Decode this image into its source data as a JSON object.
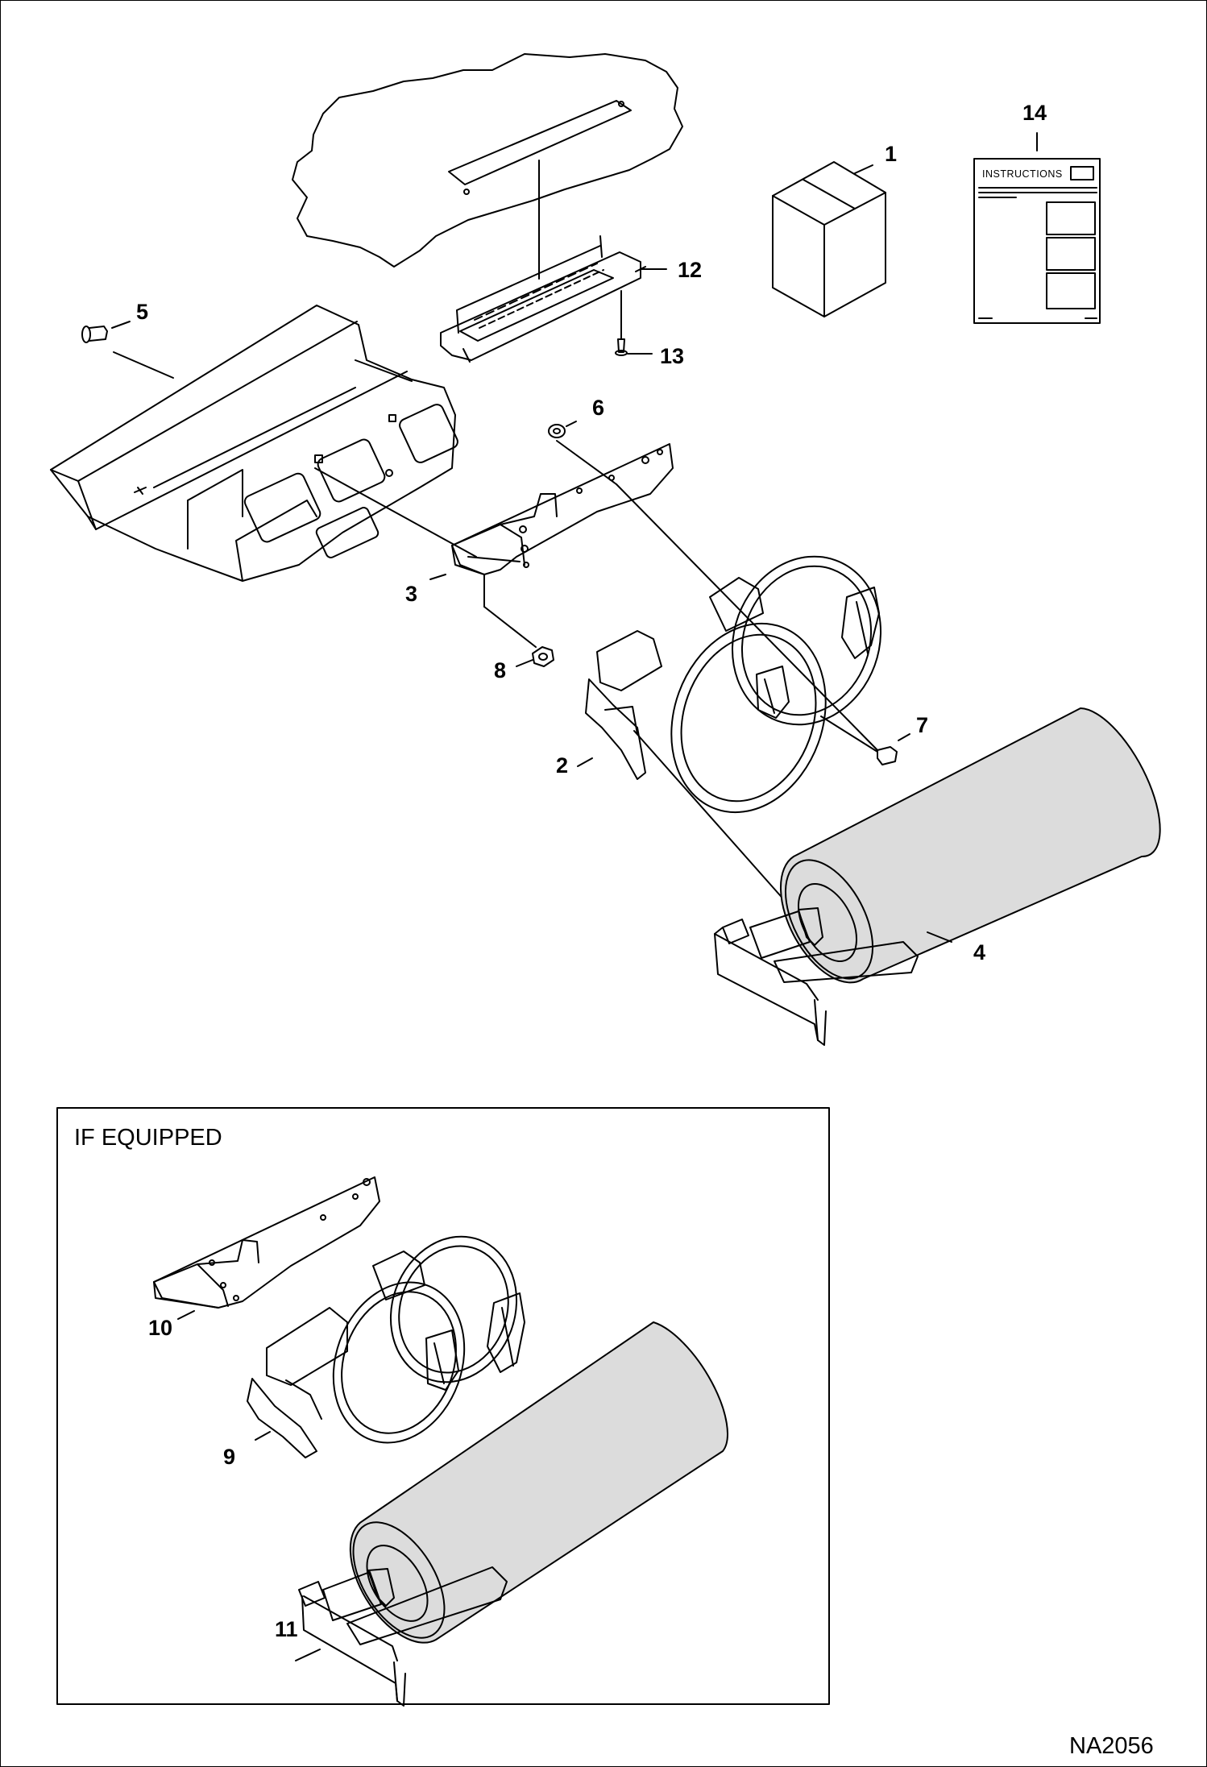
{
  "callouts": {
    "p1": "1",
    "p2": "2",
    "p3": "3",
    "p4": "4",
    "p5": "5",
    "p6": "6",
    "p7": "7",
    "p8": "8",
    "p9": "9",
    "p10": "10",
    "p11": "11",
    "p12": "12",
    "p13": "13",
    "p14": "14"
  },
  "instructions_sheet": {
    "title": "INSTRUCTIONS"
  },
  "inset": {
    "label": "IF EQUIPPED"
  },
  "figure_code": "NA2056"
}
